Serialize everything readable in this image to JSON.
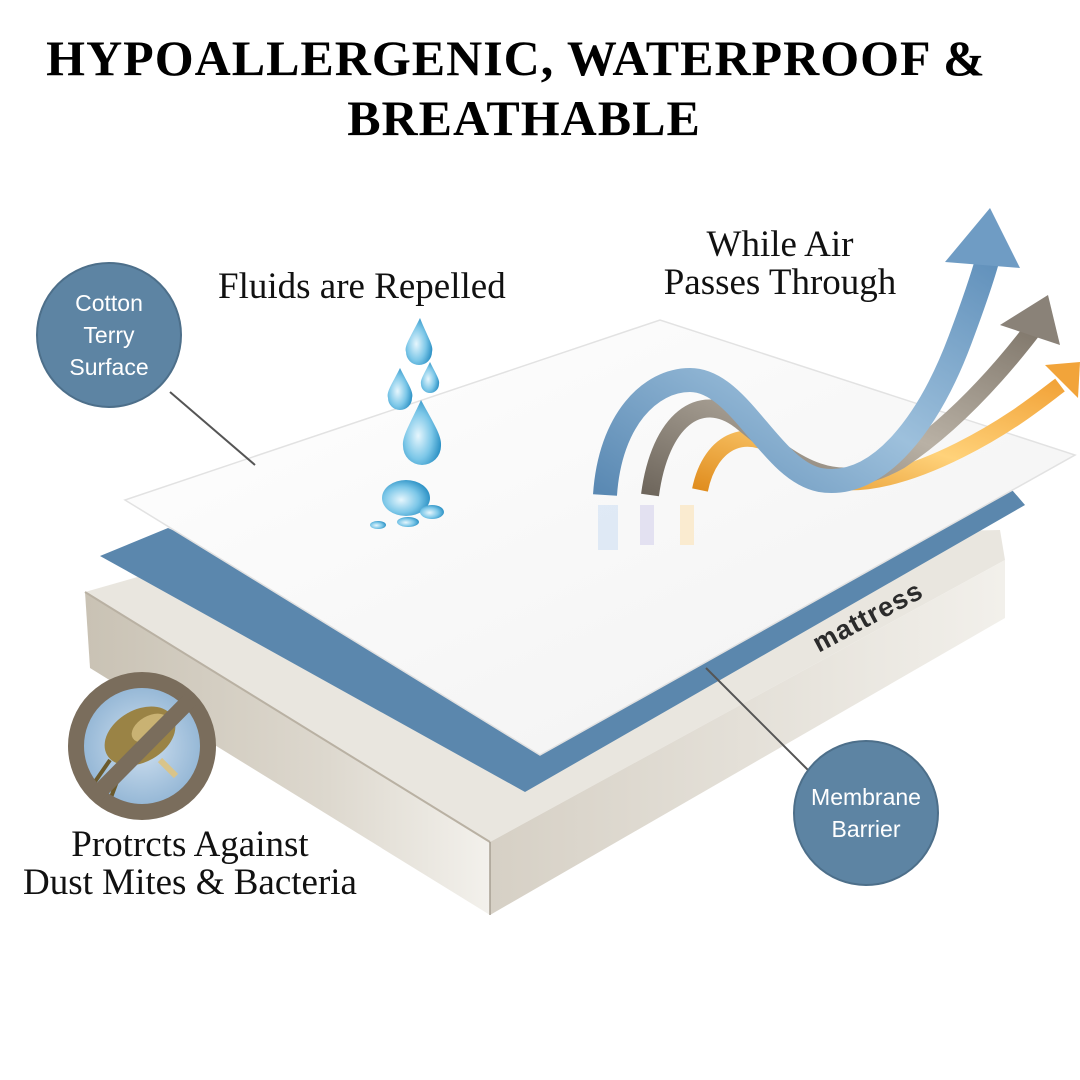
{
  "headline": {
    "line1": "HYPOALLERGENIC, WATERPROOF &",
    "line2": "BREATHABLE"
  },
  "captions": {
    "fluids": "Fluids are Repelled",
    "air_line1": "While Air",
    "air_line2": "Passes Through",
    "dust_line1": "Protrcts Against",
    "dust_line2": "Dust Mites & Bacteria"
  },
  "callouts": {
    "cotton": [
      "Cotton",
      "Terry",
      "Surface"
    ],
    "membrane": [
      "Membrane",
      "Barrier"
    ]
  },
  "mattress_label": "mattress",
  "icons": {
    "droplets": "water-droplets-icon",
    "arrows": "airflow-arrows-icon",
    "no_mites": "no-dust-mites-icon"
  },
  "colors": {
    "callout_fill": "#5d84a3",
    "membrane_blue": "#5b87ad",
    "mattress_beige": "#cfc8bb",
    "arrow_blue": "#6f9cc4",
    "arrow_gray": "#8a8278",
    "arrow_gold": "#f0a83a",
    "prohibit_ring": "#7a6d5c",
    "text": "#000000"
  }
}
